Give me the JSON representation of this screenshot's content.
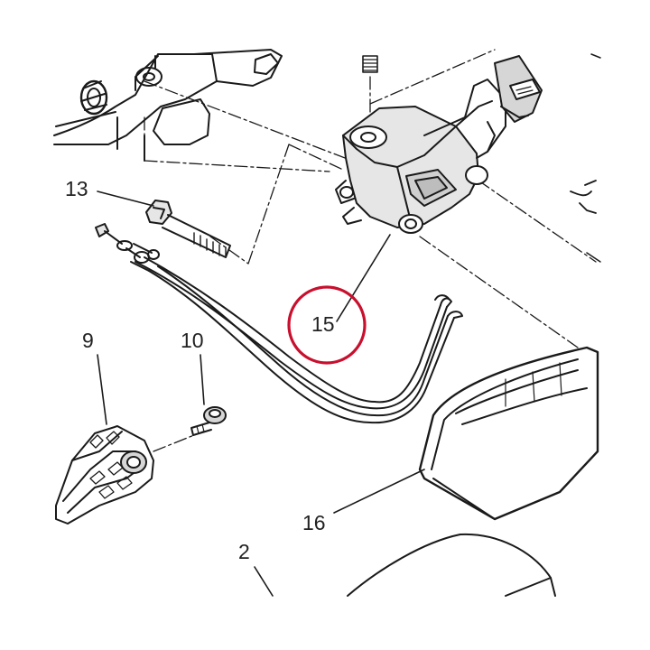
{
  "diagram": {
    "callouts": [
      {
        "id": "13",
        "label": "13"
      },
      {
        "id": "9",
        "label": "9"
      },
      {
        "id": "10",
        "label": "10"
      },
      {
        "id": "15",
        "label": "15"
      },
      {
        "id": "16",
        "label": "16"
      },
      {
        "id": "2",
        "label": "2"
      }
    ],
    "highlighted_callout": "15",
    "colors": {
      "line": "#1a1a1a",
      "highlight_ring": "#c8102e",
      "background": "#ffffff",
      "part_shade": "#d9d9d9"
    }
  }
}
